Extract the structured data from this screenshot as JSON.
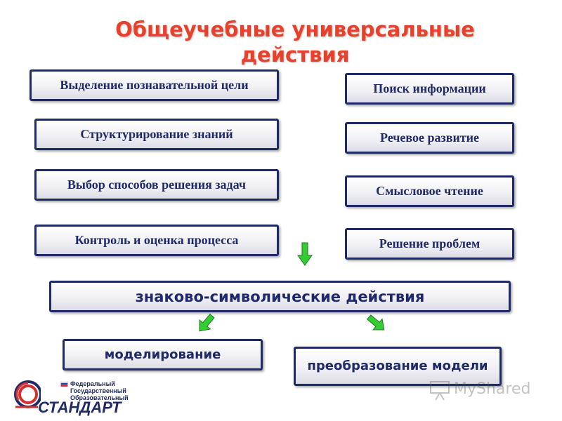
{
  "title": "Общеучебные универсальные действия",
  "left_column": [
    "Выделение познавательной  цели",
    "Структурирование  знаний",
    "Выбор способов решения задач",
    "Контроль и оценка процесса"
  ],
  "right_column": [
    "Поиск информации",
    "Речевое развитие",
    "Смысловое чтение",
    "Решение проблем"
  ],
  "symbolic": "знаково-символические действия",
  "modeling": "моделирование",
  "transform": "преобразование модели",
  "logo": {
    "lines": [
      "Федеральный",
      "Государственный",
      "Образовательный"
    ],
    "word": "СТАНДАРТ"
  },
  "watermark": "MyShared",
  "colors": {
    "title": "#e8402a",
    "box_border": "#1f2a6b",
    "box_text": "#1f2a6b",
    "arrow": "#33cc33"
  }
}
